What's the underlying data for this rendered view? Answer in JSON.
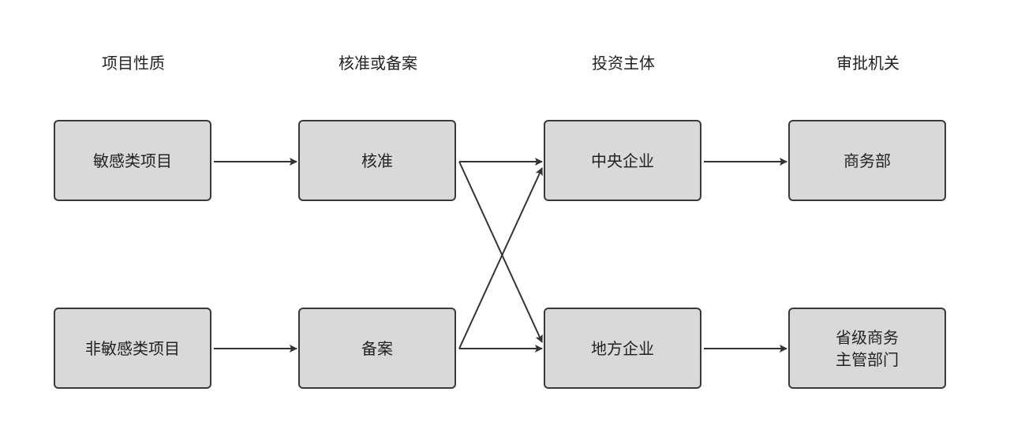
{
  "headers": {
    "project_nature": "项目性质",
    "approval_or_filing": "核准或备案",
    "investor": "投资主体",
    "authority": "审批机关"
  },
  "nodes": {
    "sensitive": {
      "label": "敏感类项目"
    },
    "non_sensitive": {
      "label": "非敏感类项目"
    },
    "approval": {
      "label": "核准"
    },
    "filing": {
      "label": "备案"
    },
    "central_enterprise": {
      "label": "中央企业"
    },
    "local_enterprise": {
      "label": "地方企业"
    },
    "mofcom": {
      "label": "商务部"
    },
    "provincial_commerce": {
      "line1": "省级商务",
      "line2": "主管部门"
    }
  },
  "edges": [
    {
      "from": "sensitive",
      "to": "approval"
    },
    {
      "from": "non_sensitive",
      "to": "filing"
    },
    {
      "from": "approval",
      "to": "central_enterprise"
    },
    {
      "from": "approval",
      "to": "local_enterprise"
    },
    {
      "from": "filing",
      "to": "central_enterprise"
    },
    {
      "from": "filing",
      "to": "local_enterprise"
    },
    {
      "from": "central_enterprise",
      "to": "mofcom"
    },
    {
      "from": "local_enterprise",
      "to": "provincial_commerce"
    }
  ]
}
